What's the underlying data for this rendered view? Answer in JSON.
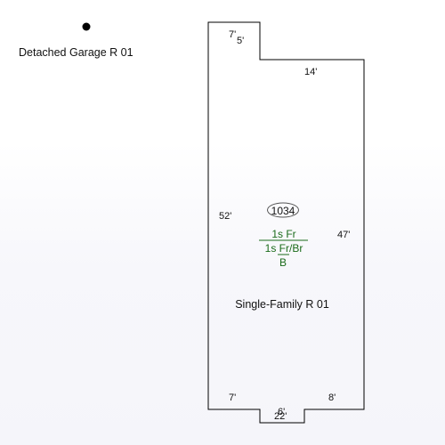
{
  "sketch": {
    "outbuilding_label": "Detached Garage R 01",
    "main_label": "Single-Family R 01",
    "area_value": "1034",
    "segments": {
      "top_left_width": "7'",
      "top_notch_drop": "5'",
      "top_right_width": "14'",
      "left_side": "52'",
      "right_side": "47'",
      "bottom_left": "7'",
      "bottom_right": "8'",
      "bottom_notch_depth": "6'",
      "bottom_width": "22'"
    },
    "floor_codes": {
      "upper": "1s Fr",
      "middle": "1s Fr/Br",
      "lower": "B"
    },
    "colors": {
      "outline": "#000000",
      "code_text": "#1a6b1a",
      "code_line": "#1a6b1a",
      "marker": "#000000"
    }
  }
}
